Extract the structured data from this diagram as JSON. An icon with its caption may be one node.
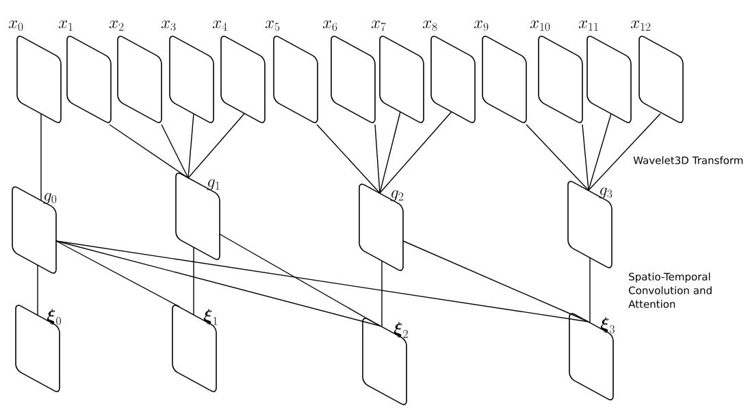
{
  "diagram": {
    "nodes": [
      {
        "text": [
          "x_{0}"
        ]
      },
      {
        "text": [
          "x_{1}"
        ]
      },
      {
        "text": [
          "x_{2}"
        ]
      },
      {
        "text": [
          "x_{3}"
        ]
      },
      {
        "text": [
          "x_{4}"
        ]
      },
      {
        "text": [
          "x_{5}"
        ]
      },
      {
        "text": [
          "x_{6}"
        ]
      },
      {
        "text": [
          "x_{7}"
        ]
      },
      {
        "text": [
          "x_{8}"
        ]
      },
      {
        "text": [
          "x_{9}"
        ]
      },
      {
        "text": [
          "x_{10}"
        ]
      },
      {
        "text": [
          "x_{11}"
        ]
      },
      {
        "text": [
          "x_{12}"
        ]
      },
      {
        "text": [
          "g_{0}"
        ]
      },
      {
        "text": [
          "g_{1}"
        ]
      },
      {
        "text": [
          "g_{2}"
        ]
      },
      {
        "text": [
          "g_{3}"
        ]
      },
      {
        "text": [
          "\\boldsymbol{\\xi}_{0}"
        ]
      },
      {
        "text": [
          "\\boldsymbol{\\xi}_{1}"
        ]
      },
      {
        "text": [
          "\\boldsymbol{\\xi}_{2}"
        ]
      },
      {
        "text": [
          "\\boldsymbol{\\xi}_{3}"
        ]
      }
    ],
    "edges": [
      {
        "from": 0,
        "to": 13,
        "arrow": "none"
      },
      {
        "from": 1,
        "to": 14,
        "arrow": "none"
      },
      {
        "from": 2,
        "to": 14,
        "arrow": "none"
      },
      {
        "from": 3,
        "to": 14,
        "arrow": "none"
      },
      {
        "from": 4,
        "to": 14,
        "arrow": "none"
      },
      {
        "from": 5,
        "to": 15,
        "arrow": "none"
      },
      {
        "from": 6,
        "to": 15,
        "arrow": "none"
      },
      {
        "from": 7,
        "to": 15,
        "arrow": "none"
      },
      {
        "from": 8,
        "to": 15,
        "arrow": "none"
      },
      {
        "from": 9,
        "to": 16,
        "arrow": "none"
      },
      {
        "from": 10,
        "to": 16,
        "arrow": "none"
      },
      {
        "from": 11,
        "to": 16,
        "arrow": "none"
      },
      {
        "from": 12,
        "to": 16,
        "arrow": "none"
      },
      {
        "from": 13,
        "to": 17,
        "arrow": "none"
      },
      {
        "from": 13,
        "to": 18,
        "arrow": "none"
      },
      {
        "from": 13,
        "to": 19,
        "arrow": "none"
      },
      {
        "from": 13,
        "to": 20,
        "arrow": "none"
      },
      {
        "from": 14,
        "to": 18,
        "arrow": "none"
      },
      {
        "from": 14,
        "to": 19,
        "arrow": "none"
      },
      {
        "from": 15,
        "to": 19,
        "arrow": "none"
      },
      {
        "from": 15,
        "to": 20,
        "arrow": "none"
      },
      {
        "from": 16,
        "to": 20,
        "arrow": "none"
      }
    ],
    "labels": [
      "Wavelet3D Transform",
      "Spatio-Temporal Convolution and Attention"
    ]
  }
}
